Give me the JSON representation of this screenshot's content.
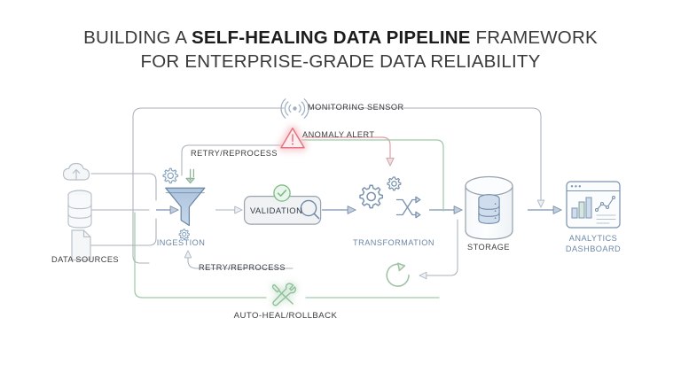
{
  "title": {
    "line1_pre": "BUILDING A ",
    "line1_bold": "SELF-HEALING DATA PIPELINE",
    "line1_post": " FRAMEWORK",
    "line2": "FOR ENTERPRISE-GRADE DATA RELIABILITY"
  },
  "nodes": {
    "data_sources": {
      "label": "DATA SOURCES",
      "icons": [
        "cloud-upload-icon",
        "database-icon",
        "document-icon"
      ]
    },
    "ingestion": {
      "label": "INGESTION",
      "icons": [
        "funnel-icon",
        "gear-icon",
        "download-arrow-icon",
        "small-gear-icon"
      ]
    },
    "validation": {
      "label": "VALIDATION",
      "icons": [
        "check-circle-icon",
        "magnifier-icon"
      ]
    },
    "transformation": {
      "label": "TRANSFORMATION",
      "icons": [
        "gear-icon",
        "small-gear-icon",
        "shuffle-arrows-icon"
      ]
    },
    "storage": {
      "label": "STORAGE",
      "icons": [
        "cylinder-icon",
        "database-icon"
      ]
    },
    "analytics": {
      "label_line1": "ANALYTICS",
      "label_line2": "DASHBOARD",
      "icons": [
        "browser-window-icon",
        "bar-chart-icon",
        "line-chart-icon"
      ]
    }
  },
  "annotations": {
    "monitoring_sensor": {
      "label": "MONITORING SENSOR",
      "icon": "signal-waves-icon"
    },
    "anomaly_alert": {
      "label": "ANOMALY ALERT",
      "icon": "warning-triangle-icon"
    },
    "retry_top": {
      "label": "RETRY/REPROCESS"
    },
    "retry_bottom": {
      "label": "RETRY/REPROCESS"
    },
    "auto_heal": {
      "label": "AUTO-HEAL/ROLLBACK",
      "icon": "wrench-screwdriver-icon"
    },
    "retry_loop": {
      "icon": "circular-refresh-icon"
    }
  },
  "colors": {
    "background": "#ffffff",
    "title_bold": "#1c1c1c",
    "title_light": "#3a3a3a",
    "node_blue": "#6d87a6",
    "line_gray": "#9aa3ad",
    "line_green": "#8fc79a",
    "alert_red": "#e8737f",
    "check_green": "#7dbd87",
    "funnel_fill": "#b8cbe0",
    "icon_stroke": "#7b8fa6"
  }
}
